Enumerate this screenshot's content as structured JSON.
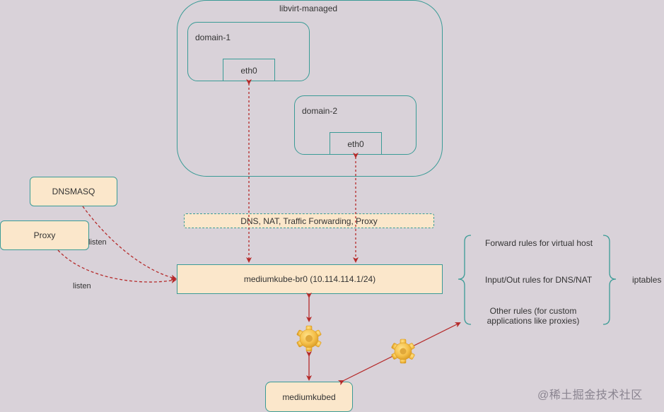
{
  "colors": {
    "background": "#d9d2d9",
    "box_border": "#3a9b96",
    "box_fill": "#fbe7cb",
    "arrow": "#b52a2a",
    "text": "#333333",
    "gear": "#f5c04a"
  },
  "containers": {
    "libvirt": {
      "label": "libvirt-managed"
    },
    "domain1": {
      "label": "domain-1",
      "nic": "eth0"
    },
    "domain2": {
      "label": "domain-2",
      "nic": "eth0"
    }
  },
  "services": {
    "dnsmasq": "DNSMASQ",
    "proxy": "Proxy"
  },
  "features_box": "DNS, NAT, Traffic Forwarding, Proxy",
  "bridge": "mediumkube-br0 (10.114.114.1/24)",
  "daemon": "mediumkubed",
  "edge_labels": {
    "dnsmasq_listen": "listen",
    "proxy_listen": "listen"
  },
  "iptables": {
    "label": "iptables",
    "rules": [
      "Forward rules for virtual host",
      "Input/Out rules for DNS/NAT",
      "Other rules (for custom applications like proxies)"
    ],
    "rule3_lines": [
      "Other rules (for custom",
      "applications like proxies)"
    ]
  },
  "icons": {
    "gear_left": "gear-icon",
    "gear_right": "gear-icon"
  },
  "watermark": "@稀土掘金技术社区"
}
